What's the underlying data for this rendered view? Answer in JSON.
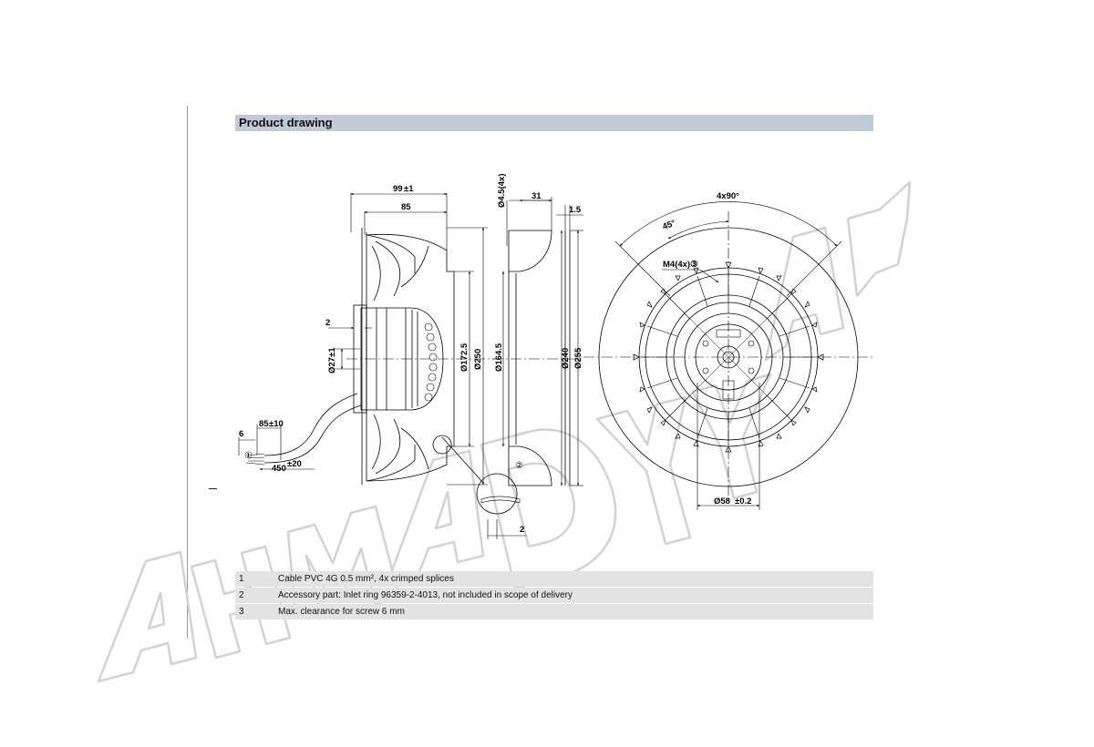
{
  "section": {
    "title": "Product drawing"
  },
  "dimensions": {
    "overall_depth": "99",
    "overall_depth_tol": "±1",
    "depth_85": "85",
    "gap_2": "2",
    "dia_27": "Ø27",
    "dia_27_tol": "±1",
    "dia_172_5": "Ø172.5",
    "dia_250": "Ø250",
    "cable_strip_6": "6",
    "cable_strip_85": "85",
    "cable_strip_85_tol": "±10",
    "cable_length": "450",
    "cable_length_tol": "±20",
    "hole_dia": "Ø4.5(4x)",
    "ring_31": "31",
    "ring_1_5": "1.5",
    "dia_164_5": "Ø164.5",
    "dia_240": "Ø240",
    "dia_255": "Ø255",
    "detail_gap_2": "2",
    "angle_4x90": "4x90°",
    "angle_45": "45°",
    "thread": "M4(4x)③",
    "dia_58": "Ø58",
    "dia_58_tol": "±0.2",
    "callout_1": "①",
    "callout_2": "②"
  },
  "notes": [
    {
      "num": "1",
      "text": "Cable PVC 4G 0.5 mm², 4x crimped splices"
    },
    {
      "num": "2",
      "text": "Accessory part: Inlet ring 96359-2-4013, not included in scope of delivery"
    },
    {
      "num": "3",
      "text": "Max. clearance for screw 6 mm"
    }
  ],
  "watermark": {
    "text": "AHMADY"
  }
}
